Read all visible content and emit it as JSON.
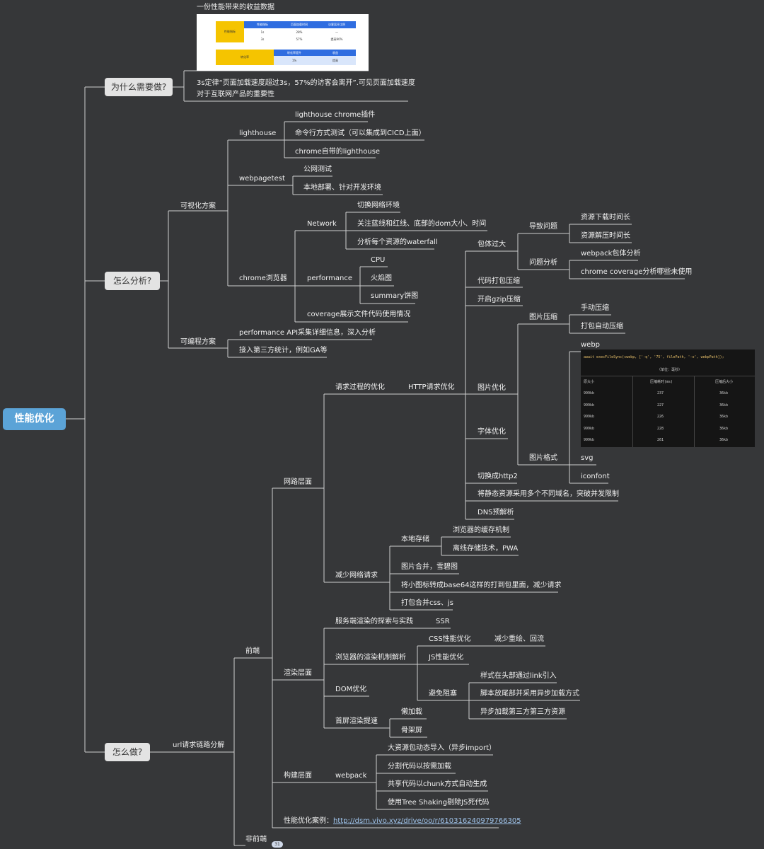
{
  "root": "性能优化",
  "why": {
    "label": "为什么需要做?",
    "image_caption": "一份性能带来的收益数据",
    "text_line1": "3s定律“页面加载速度超过3s，57%的访客会离开”.可见页面加载速度",
    "text_line2": "对于互联网产品的重要性"
  },
  "analyze": {
    "label": "怎么分析?",
    "visual": "可视化方案",
    "programmatic": "可编程方案",
    "lighthouse": "lighthouse",
    "lighthouse_items": [
      "lighthouse chrome插件",
      "命令行方式测试（可以集成到CICD上面）",
      "chrome自带的lighthouse"
    ],
    "webpagetest": "webpagetest",
    "webpagetest_items": [
      "公网测试",
      "本地部署、针对开发环境"
    ],
    "chrome": "chrome浏览器",
    "network": "Network",
    "network_items": [
      "切换网络环境",
      "关注蓝线和红线、底部的dom大小、时间",
      "分析每个资源的waterfall"
    ],
    "performance": "performance",
    "performance_items": [
      "CPU",
      "火焰图",
      "summary饼图"
    ],
    "coverage": "coverage展示文件代码使用情况",
    "prog_items": [
      "performance API采集详细信息，深入分析",
      "接入第三方统计，例如GA等"
    ]
  },
  "do": {
    "label": "怎么做?",
    "url_chain": "url请求链路分解",
    "frontend": "前端",
    "nonfrontend": "非前端",
    "badge": "31",
    "network_layer": "网路层面",
    "request_opt": "请求过程的优化",
    "http_opt": "HTTP请求优化",
    "bundle_big": "包体过大",
    "cause": "导致问题",
    "cause_items": [
      "资源下载时间长",
      "资源解压时间长"
    ],
    "problem_analysis": "问题分析",
    "problem_items": [
      "webpack包体分析",
      "chrome coverage分析哪些未使用"
    ],
    "code_compress": "代码打包压缩",
    "gzip": "开启gzip压缩",
    "image_opt": "图片优化",
    "image_compress": "图片压缩",
    "image_compress_items": [
      "手动压缩",
      "打包自动压缩"
    ],
    "image_format": "图片格式",
    "webp": "webp",
    "svg": "svg",
    "iconfont": "iconfont",
    "font_opt": "字体优化",
    "http2": "切换成http2",
    "multi_domain": "将静态资源采用多个不同域名，突破并发限制",
    "dns": "DNS预解析",
    "reduce_req": "减少网络请求",
    "local_storage": "本地存储",
    "local_storage_items": [
      "浏览器的缓存机制",
      "离线存储技术，PWA"
    ],
    "reduce_items": [
      "图片合并，雪碧图",
      "将小图标转成base64这样的打到包里面，减少请求",
      "打包合并css、js"
    ],
    "render_layer": "渲染层面",
    "ssr_explore": "服务端渲染的探索与实践",
    "ssr": "SSR",
    "render_mechanism": "浏览器的渲染机制解析",
    "css_opt": "CSS性能优化",
    "reflow": "减少重绘、回流",
    "js_opt": "JS性能优化",
    "avoid_block": "避免阻塞",
    "avoid_block_items": [
      "样式在头部通过link引入",
      "脚本放尾部并采用异步加载方式",
      "异步加载第三方第三方资源"
    ],
    "dom_opt": "DOM优化",
    "first_screen": "首屏渲染提速",
    "first_screen_items": [
      "懒加载",
      "骨架屏"
    ],
    "build_layer": "构建层面",
    "webpack": "webpack",
    "webpack_items": [
      "大资源包动态导入（异步import）",
      "分割代码以按需加载",
      "共享代码以chunk方式自动生成",
      "使用Tree Shaking剔除JS死代码"
    ],
    "case_label": "性能优化案例：",
    "case_link": "http://dsm.vivo.xyz/drive/oo/r/610316240979766305"
  },
  "webp_table": {
    "code": "await execFileSync(cwebp, ['-q', '75', filePath, '-o', webpPath]);",
    "caption": "（单位：毫秒）",
    "headers": [
      "原大小",
      "压缩耗时(ms)",
      "压缩后大小"
    ],
    "rows": [
      [
        "999kb",
        "237",
        "36kb"
      ],
      [
        "999kb",
        "227",
        "36kb"
      ],
      [
        "999kb",
        "226",
        "36kb"
      ],
      [
        "999kb",
        "228",
        "36kb"
      ],
      [
        "999kb",
        "261",
        "36kb"
      ]
    ]
  },
  "benefit_table": {
    "header": [
      "性能指标",
      "页面加载时间",
      "访客离开比例"
    ],
    "rows": [
      [
        "1s",
        "28%",
        "—"
      ],
      [
        "3s",
        "57%",
        "提高90%"
      ]
    ],
    "footer": [
      "转化率提升",
      "收益"
    ],
    "footer_row": [
      "1%",
      "提高"
    ],
    "left1": "性能指标",
    "left2": "转化率"
  },
  "colors": {
    "background": "#363739",
    "line": "#cfcfcf",
    "root": "#5ba3d7",
    "box": "#e3e3e3"
  }
}
